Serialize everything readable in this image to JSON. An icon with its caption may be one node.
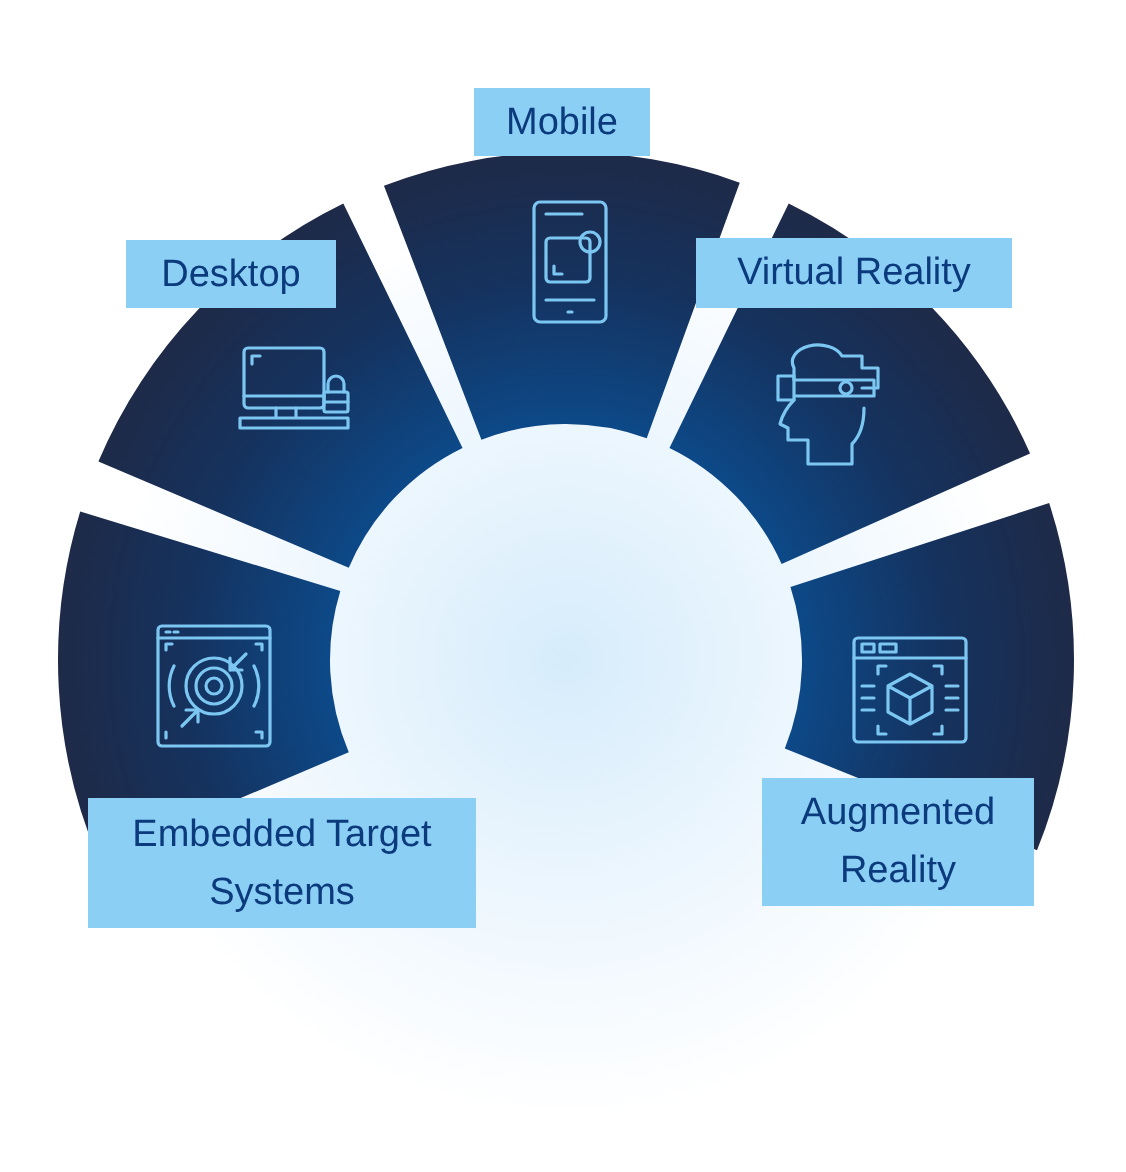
{
  "diagram": {
    "nodes": [
      {
        "text": [
          "Embedded Target Systems"
        ]
      },
      {
        "text": [
          "Desktop"
        ]
      },
      {
        "text": [
          "Mobile"
        ]
      },
      {
        "text": [
          "Virtual Reality"
        ]
      },
      {
        "text": [
          "Augmented Reality"
        ]
      }
    ]
  }
}
